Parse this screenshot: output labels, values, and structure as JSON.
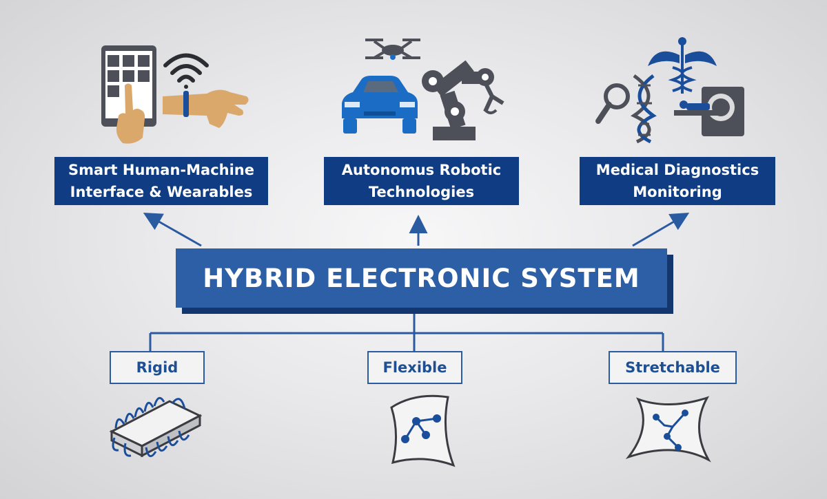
{
  "diagram": {
    "main_node": {
      "label": "HYBRID ELECTRONIC SYSTEM"
    },
    "applications": [
      {
        "line1": "Smart Human-Machine",
        "line2": "Interface & Wearables"
      },
      {
        "line1": "Autonomus Robotic",
        "line2": "Technologies"
      },
      {
        "line1": "Medical Diagnostics",
        "line2": "Monitoring"
      }
    ],
    "substrates": [
      {
        "label": "Rigid"
      },
      {
        "label": "Flexible"
      },
      {
        "label": "Stretchable"
      }
    ],
    "icons": {
      "app1": [
        "tablet-icon",
        "tapping-hand-icon",
        "wifi-icon",
        "smartwatch-wrist-icon"
      ],
      "app2": [
        "drone-icon",
        "car-icon",
        "robotic-arm-icon"
      ],
      "app3": [
        "caduceus-icon",
        "magnifier-icon",
        "dna-icon",
        "mri-scanner-icon"
      ],
      "substrates": [
        "rigid-chip-icon",
        "flexible-circuit-icon",
        "stretchable-circuit-icon"
      ]
    },
    "colors": {
      "dark_blue": "#0f3c82",
      "main_blue": "#2c5fa5",
      "icon_gray": "#4d4f59",
      "car_blue": "#1a6cc4",
      "skin": "#d9a86a"
    }
  }
}
